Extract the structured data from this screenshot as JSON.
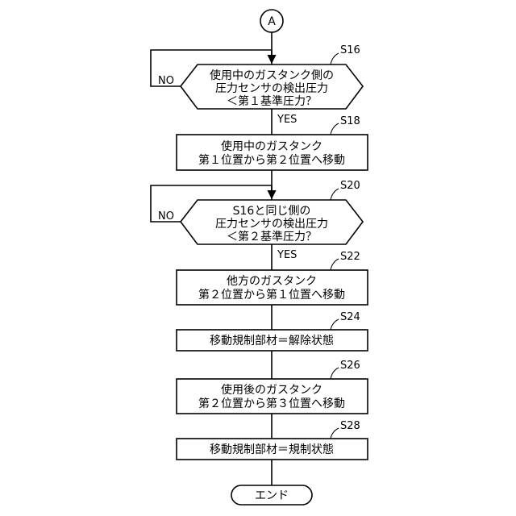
{
  "connector": {
    "label": "A"
  },
  "steps": {
    "s16": {
      "id": "S16",
      "lines": [
        "使用中のガスタンク側の",
        "圧力センサの検出圧力",
        "＜第１基準圧力？"
      ],
      "no_label": "NO",
      "yes_label": "YES"
    },
    "s18": {
      "id": "S18",
      "lines": [
        "使用中のガスタンク",
        "第１位置から第２位置へ移動"
      ]
    },
    "s20": {
      "id": "S20",
      "lines": [
        "S16と同じ側の",
        "圧力センサの検出圧力",
        "＜第２基準圧力？"
      ],
      "no_label": "NO",
      "yes_label": "YES"
    },
    "s22": {
      "id": "S22",
      "lines": [
        "他方のガスタンク",
        "第２位置から第１位置へ移動"
      ]
    },
    "s24": {
      "id": "S24",
      "lines": [
        "移動規制部材＝解除状態"
      ]
    },
    "s26": {
      "id": "S26",
      "lines": [
        "使用後のガスタンク",
        "第２位置から第３位置へ移動"
      ]
    },
    "s28": {
      "id": "S28",
      "lines": [
        "移動規制部材＝規制状態"
      ]
    }
  },
  "terminal": {
    "label": "エンド"
  }
}
